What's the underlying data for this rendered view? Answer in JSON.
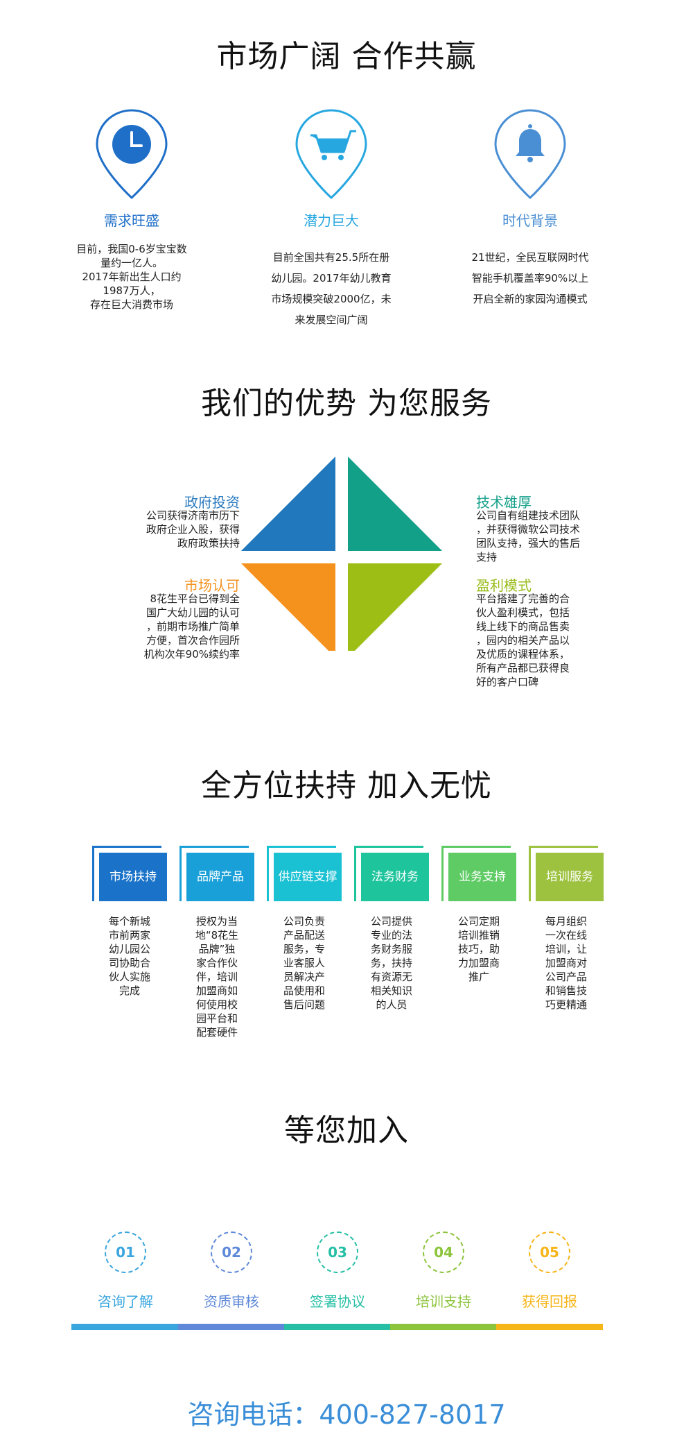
{
  "section1": {
    "title": "市场广阔 合作共赢",
    "features": [
      {
        "icon": "clock-icon",
        "color": "#1f6fc8",
        "title": "需求旺盛",
        "lines": [
          "目前，我国0-6岁宝宝数",
          "量约一亿人。",
          "2017年新出生人口约",
          "1987万人，",
          "存在巨大消费市场"
        ]
      },
      {
        "icon": "cart-icon",
        "color": "#27a7e0",
        "title": "潜力巨大",
        "lines": [
          "目前全国共有25.5所在册",
          "幼儿园。2017年幼儿教育",
          "市场规模突破2000亿，未",
          "来发展空间广阔"
        ]
      },
      {
        "icon": "bell-icon",
        "color": "#4a8fd4",
        "title": "时代背景",
        "lines": [
          "21世纪，全民互联网时代",
          "智能手机覆盖率90%以上",
          "开启全新的家园沟通模式"
        ]
      }
    ]
  },
  "section2": {
    "title": "我们的优势 为您服务",
    "items": [
      {
        "title": "政府投资",
        "color": "#2b7bbf",
        "lines": [
          "公司获得济南市历下",
          "政府企业入股，获得",
          "政府政策扶持"
        ]
      },
      {
        "title": "技术雄厚",
        "color": "#15a08a",
        "lines": [
          "公司自有组建技术团队",
          "，并获得微软公司技术",
          "团队支持，强大的售后",
          "支持"
        ]
      },
      {
        "title": "市场认可",
        "color": "#f3921f",
        "lines": [
          "8花生平台已得到全",
          "国广大幼儿园的认可",
          "，前期市场推广简单",
          "方便，首次合作园所",
          "机构次年90%续约率"
        ]
      },
      {
        "title": "盈利模式",
        "color": "#99bd1d",
        "lines": [
          "平台搭建了完善的合",
          "伙人盈利模式，包括",
          "线上线下的商品售卖",
          "，园内的相关产品以",
          "及优质的课程体系，",
          "所有产品都已获得良",
          "好的客户口碑"
        ]
      }
    ],
    "colors": [
      "#2278bd",
      "#13a089",
      "#f5921e",
      "#9dbf15"
    ]
  },
  "section3": {
    "title": "全方位扶持 加入无忧",
    "services": [
      {
        "label": "市场扶持",
        "color": "#1a73c9",
        "lines": [
          "每个新城",
          "市前两家",
          "幼儿园公",
          "司协助合",
          "伙人实施",
          "完成"
        ]
      },
      {
        "label": "品牌产品",
        "color": "#1aa0d8",
        "lines": [
          "授权为当",
          "地“8花生",
          "品牌”独",
          "家合作伙",
          "伴，培训",
          "加盟商如",
          "何使用校",
          "园平台和",
          "配套硬件"
        ]
      },
      {
        "label": "供应链支撑",
        "color": "#19c1d3",
        "lines": [
          "公司负责",
          "产品配送",
          "服务，专",
          "业客服人",
          "员解决产",
          "品使用和",
          "售后问题"
        ]
      },
      {
        "label": "法务财务",
        "color": "#1ec49c",
        "lines": [
          "公司提供",
          "专业的法",
          "务财务服",
          "务，扶持",
          "有资源无",
          "相关知识",
          "的人员"
        ]
      },
      {
        "label": "业务支持",
        "color": "#5ecb64",
        "lines": [
          "公司定期",
          "培训推销",
          "技巧，助",
          "力加盟商",
          "推广"
        ]
      },
      {
        "label": "培训服务",
        "color": "#9cc23f",
        "lines": [
          "每月组织",
          "一次在线",
          "培训，让",
          "加盟商对",
          "公司产品",
          "和销售技",
          "巧更精通"
        ]
      }
    ]
  },
  "section4": {
    "title": "等您加入",
    "steps": [
      {
        "num": "01",
        "label": "咨询了解",
        "color": "#3aa6de"
      },
      {
        "num": "02",
        "label": "资质审核",
        "color": "#5f89d8"
      },
      {
        "num": "03",
        "label": "签署协议",
        "color": "#26bfa5"
      },
      {
        "num": "04",
        "label": "培训支持",
        "color": "#8cc43c"
      },
      {
        "num": "05",
        "label": "获得回报",
        "color": "#f6b519"
      }
    ],
    "phone": "咨询电话：400-827-8017"
  }
}
